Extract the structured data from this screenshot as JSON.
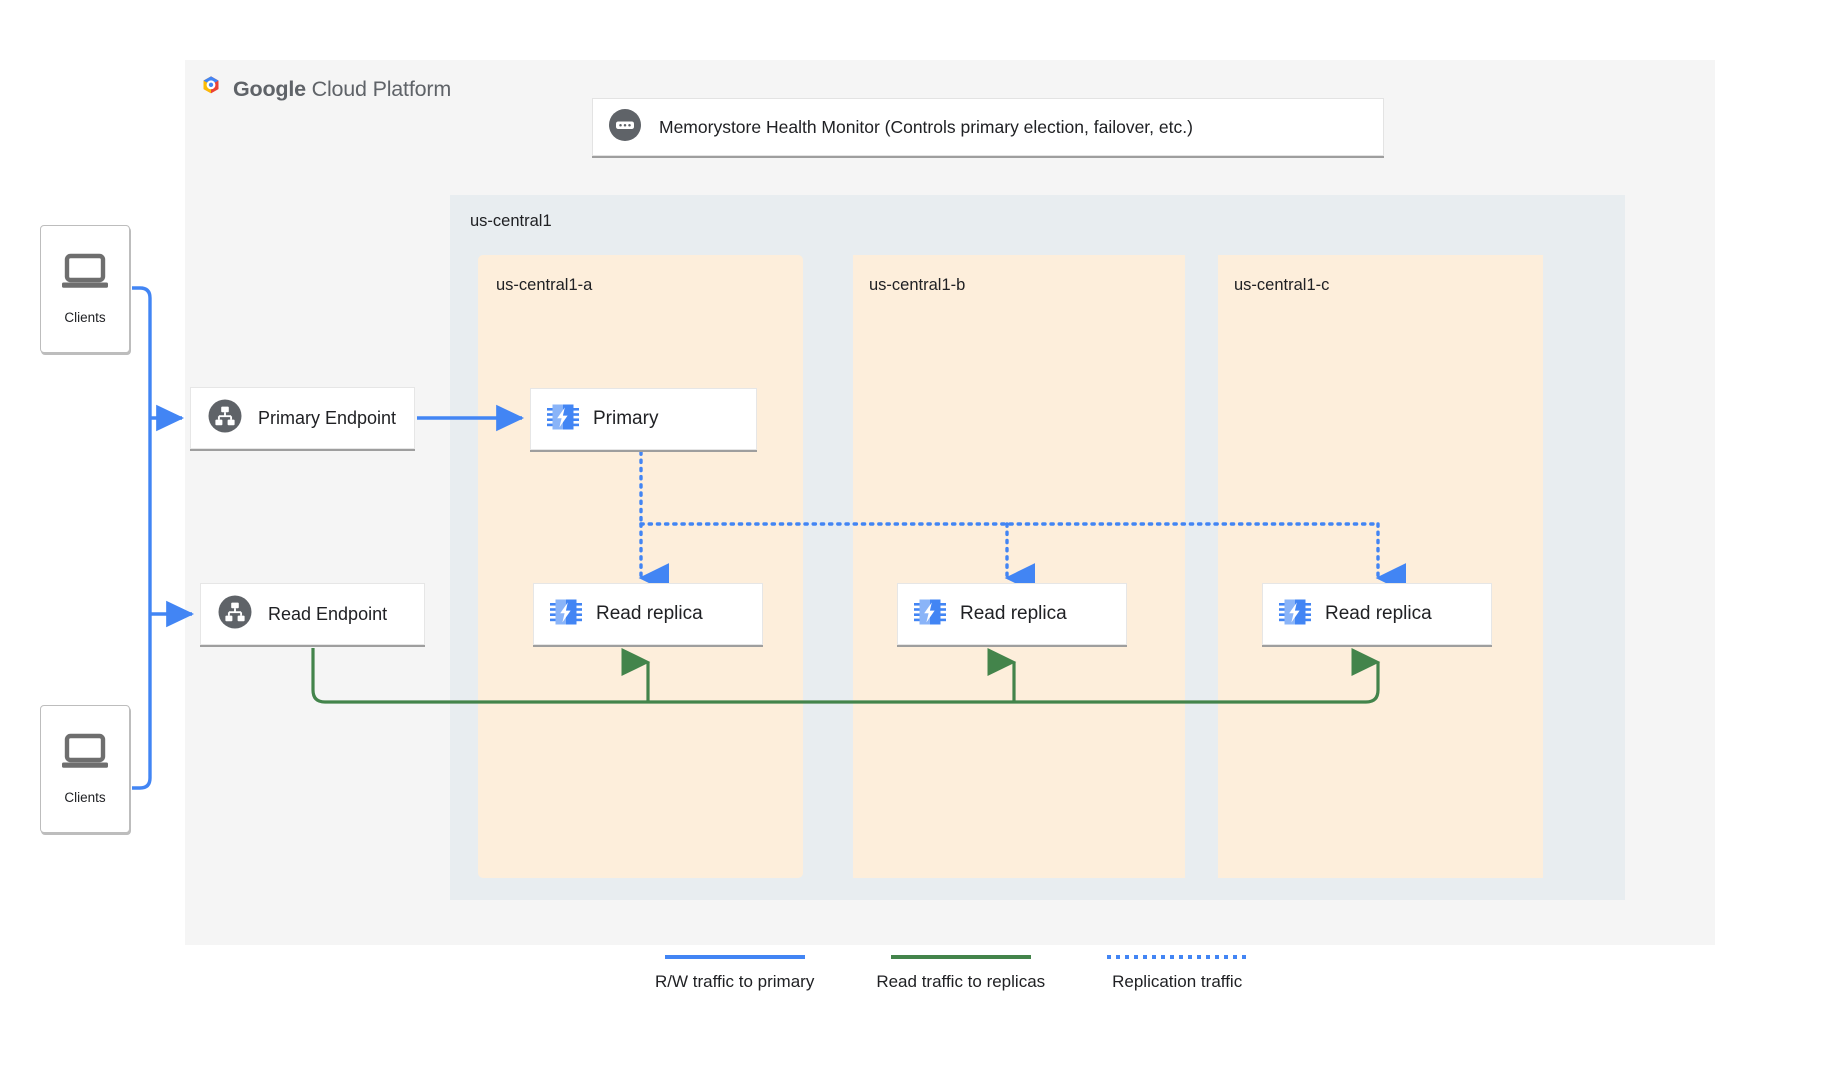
{
  "platform": {
    "logo_name": "google-cloud-platform-logo",
    "brand_bold": "Google",
    "brand_rest": " Cloud Platform"
  },
  "health_monitor": {
    "icon": "health-monitor-icon",
    "label": "Memorystore Health Monitor (Controls primary election, failover, etc.)"
  },
  "region": {
    "label": "us-central1"
  },
  "zones": [
    {
      "label": "us-central1-a",
      "node": {
        "label": "Primary",
        "icon": "memory-chip-icon"
      }
    },
    {
      "label": "us-central1-b",
      "node": {
        "label": "Read replica",
        "icon": "memory-chip-icon"
      }
    },
    {
      "label": "us-central1-c",
      "node": {
        "label": "Read replica",
        "icon": "memory-chip-icon"
      }
    }
  ],
  "zone_a_replica": {
    "label": "Read replica",
    "icon": "memory-chip-icon"
  },
  "endpoints": [
    {
      "label": "Primary Endpoint",
      "icon": "endpoint-hierarchy-icon"
    },
    {
      "label": "Read Endpoint",
      "icon": "endpoint-hierarchy-icon"
    }
  ],
  "clients": [
    {
      "label": "Clients",
      "icon": "laptop-icon"
    },
    {
      "label": "Clients",
      "icon": "laptop-icon"
    }
  ],
  "legend": [
    {
      "label": "R/W traffic to primary",
      "style": "solid",
      "color": "#4285f4"
    },
    {
      "label": "Read traffic to replicas",
      "style": "solid",
      "color": "#43844b"
    },
    {
      "label": "Replication traffic",
      "style": "dotted",
      "color": "#4285f4"
    }
  ],
  "colors": {
    "panel_bg": "#f5f5f5",
    "region_bg": "#e8edf0",
    "zone_bg": "#fdeedb",
    "blue": "#4285f4",
    "green": "#43844b",
    "icon_gray": "#5f6368",
    "text": "#202124"
  }
}
